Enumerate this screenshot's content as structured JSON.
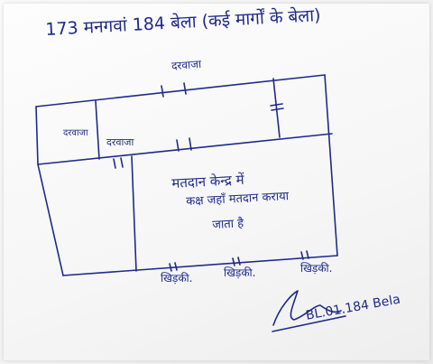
{
  "document": {
    "header_note": "173 मनगवां 184 बेला (कई मार्गों के बेला)",
    "top_door_label": "दरवाजा",
    "left_room_label": "दरवाजा",
    "inner_door_label": "दरवाजा",
    "center_note": [
      "मतदान केन्द्र में",
      "कक्ष जहाँ मतदान कराया",
      "जाता है"
    ],
    "window_labels": [
      "खिड़की.",
      "खिड़की.",
      "खिड़की."
    ],
    "signature_code": "BL.01.184 Bela"
  },
  "colors": {
    "ink": "#1f2a8a",
    "paper": "#f8f8f8"
  }
}
